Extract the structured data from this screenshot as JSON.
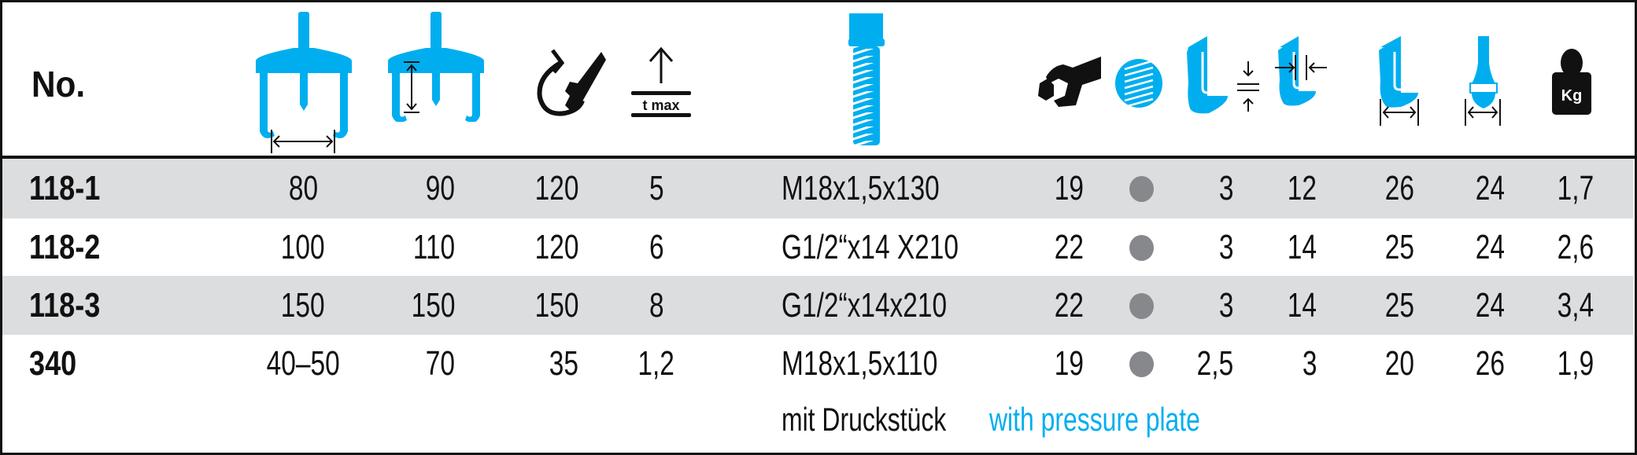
{
  "header": {
    "no_label": "No.",
    "icons": [
      "puller-span-width-icon",
      "puller-reach-depth-icon",
      "torque-wrench-icon",
      "max-thickness-icon",
      "spindle-thread-icon",
      "wrench-size-icon",
      "thread-pressure-icon",
      "jaw-thickness-icon",
      "jaw-gap-icon",
      "jaw-width-icon",
      "jaw-tip-width-icon",
      "weight-icon"
    ],
    "tmax_text": "t max",
    "kg_text": "Kg"
  },
  "rows": [
    {
      "no": "118-1",
      "span": "80",
      "reach": "90",
      "torque": "120",
      "tmax": "5",
      "thread": "M18x1,5x130",
      "wrench": "19",
      "pressure": true,
      "c8": "3",
      "c9": "12",
      "c10": "26",
      "c11": "24",
      "weight": "1,7"
    },
    {
      "no": "118-2",
      "span": "100",
      "reach": "110",
      "torque": "120",
      "tmax": "6",
      "thread": "G1/2“x14 X210",
      "wrench": "22",
      "pressure": true,
      "c8": "3",
      "c9": "14",
      "c10": "25",
      "c11": "24",
      "weight": "2,6"
    },
    {
      "no": "118-3",
      "span": "150",
      "reach": "150",
      "torque": "150",
      "tmax": "8",
      "thread": "G1/2“x14x210",
      "wrench": "22",
      "pressure": true,
      "c8": "3",
      "c9": "14",
      "c10": "25",
      "c11": "24",
      "weight": "3,4"
    },
    {
      "no": "340",
      "span": "40–50",
      "reach": "70",
      "torque": "35",
      "tmax": "1,2",
      "thread": "M18x1,5x110",
      "wrench": "19",
      "pressure": true,
      "c8": "2,5",
      "c9": "3",
      "c10": "20",
      "c11": "26",
      "weight": "1,9"
    }
  ],
  "footer": {
    "dot_legend_de": "mit Druckstück",
    "dot_legend_en": "with pressure plate"
  },
  "colors": {
    "accent": "#00aeef",
    "row_shade": "#dcdddf",
    "dot": "#87888c"
  }
}
